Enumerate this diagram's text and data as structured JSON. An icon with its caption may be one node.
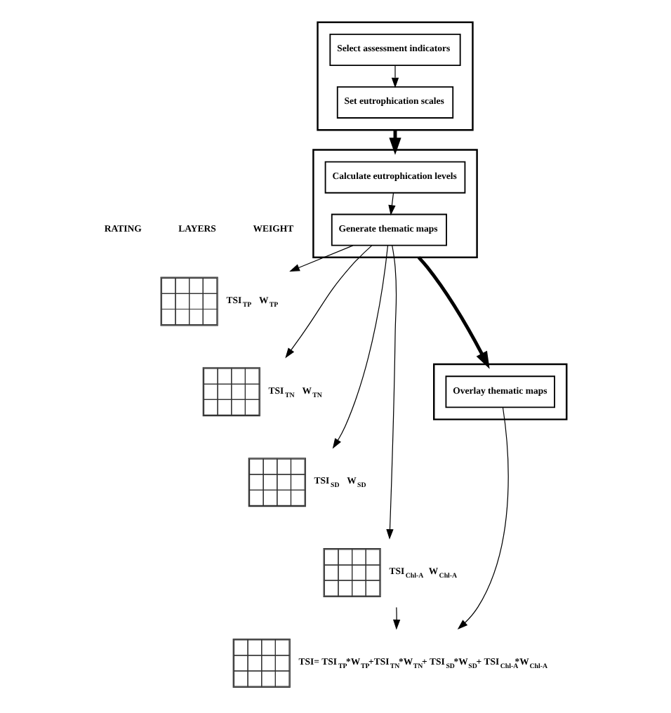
{
  "diagram": {
    "nodes": [
      {
        "text": [],
        "shape": "box"
      },
      {
        "text": [
          "Select assessment indicators"
        ],
        "in": 0
      },
      {
        "text": [
          "Set eutrophication scales"
        ],
        "in": 0
      },
      {
        "text": [],
        "shape": "box"
      },
      {
        "text": [
          "Calculate eutrophication levels"
        ],
        "in": 3
      },
      {
        "text": [
          "Generate thematic maps"
        ],
        "in": 3
      },
      {
        "text": [],
        "shape": "box"
      },
      {
        "text": [
          "Overlay thematic maps"
        ],
        "in": 6
      },
      {
        "text": [],
        "shape": "grid",
        "beside": [
          "TSI$_{TP}$",
          "W$_{TP}$"
        ]
      },
      {
        "text": [],
        "shape": "grid",
        "beside": [
          "TSI$_{TN}$",
          "W$_{TN}$"
        ]
      },
      {
        "text": [],
        "shape": "grid",
        "beside": [
          "TSI$_{SD}$",
          "W$_{SD}$"
        ]
      },
      {
        "text": [],
        "shape": "grid",
        "beside": [
          "TSI$_{Chl-A}$",
          "W$_{Chl-A}$"
        ]
      },
      {
        "text": [],
        "shape": "grid",
        "beside": [
          "TSI= TSI$_{TP}$*W$_{TP}$+TSI$_{TN}$*W$_{TN}$+ TSI$_{SD}$*W$_{SD}$+ TSI$_{Chl-A}$*W$_{Chl-A}$"
        ]
      }
    ],
    "edges": [
      {
        "from": 1,
        "to": 2,
        "arrow": "to"
      },
      {
        "from": 0,
        "to": 3,
        "arrow": "to",
        "style": "thick"
      },
      {
        "from": 4,
        "to": 5,
        "arrow": "to"
      },
      {
        "from": 3,
        "to": 6,
        "arrow": "to",
        "style": "thick"
      },
      {
        "from": 5,
        "to": 8,
        "arrow": "to"
      },
      {
        "from": 5,
        "to": 9,
        "arrow": "to"
      },
      {
        "from": 5,
        "to": 10,
        "arrow": "to"
      },
      {
        "from": 5,
        "to": 11,
        "arrow": "to"
      },
      {
        "from": 11,
        "to": 12,
        "arrow": "to"
      },
      {
        "from": 7,
        "to": 12,
        "arrow": "to"
      }
    ],
    "labels": [
      "RATING",
      "LAYERS",
      "WEIGHT"
    ]
  }
}
